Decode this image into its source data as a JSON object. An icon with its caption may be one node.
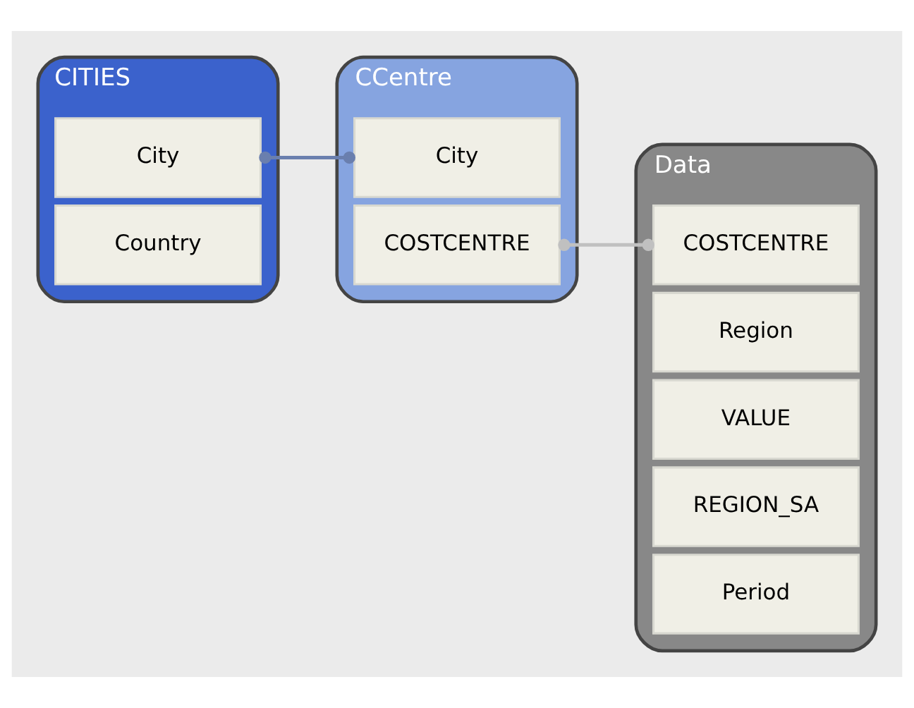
{
  "diagram": {
    "nodes": [
      {
        "text": [
          "CITIES"
        ]
      },
      {
        "text": [
          "City"
        ],
        "in": 0
      },
      {
        "text": [
          "Country"
        ],
        "in": 0
      },
      {
        "text": [
          "CCentre"
        ]
      },
      {
        "text": [
          "City"
        ],
        "in": 3
      },
      {
        "text": [
          "COSTCENTRE"
        ],
        "in": 3
      },
      {
        "text": [
          "Data"
        ]
      },
      {
        "text": [
          "COSTCENTRE"
        ],
        "in": 6
      },
      {
        "text": [
          "Region"
        ],
        "in": 6
      },
      {
        "text": [
          "VALUE"
        ],
        "in": 6
      },
      {
        "text": [
          "REGION_SA"
        ],
        "in": 6
      },
      {
        "text": [
          "Period"
        ],
        "in": 6
      }
    ],
    "edges": [
      {
        "from": 1,
        "to": 4,
        "arrow": "other",
        "color": "#6a7fae"
      },
      {
        "from": 5,
        "to": 7,
        "arrow": "other",
        "color": "#c0c0c0"
      }
    ]
  }
}
